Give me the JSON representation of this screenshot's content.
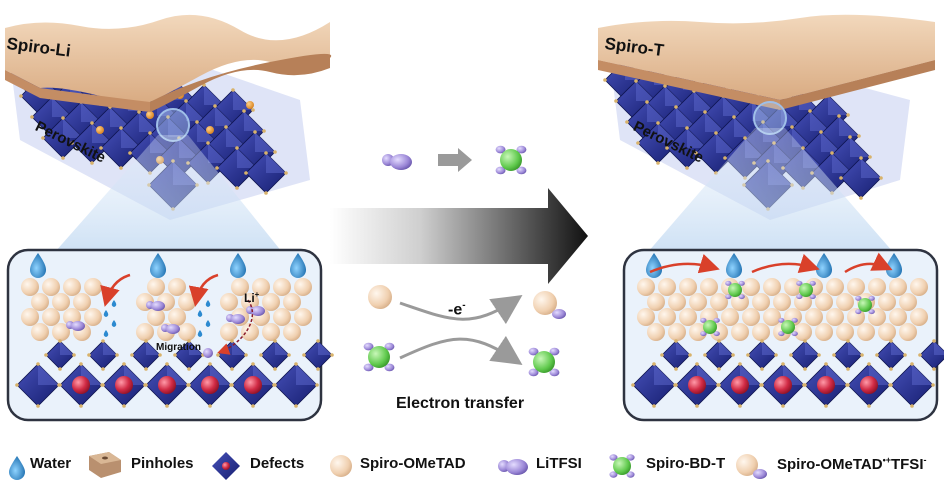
{
  "left_panel": {
    "top_layer_label": "Spiro-Li",
    "perovskite_label": "Perovskite",
    "lithium_label": "Li",
    "lithium_superscript": "+",
    "migration_label": "Migration"
  },
  "right_panel": {
    "top_layer_label": "Spiro-T",
    "perovskite_label": "Perovskite"
  },
  "center": {
    "electron_label": "-e",
    "electron_superscript": "-",
    "electron_transfer_label": "Electron transfer"
  },
  "legend": {
    "items": [
      {
        "icon": "water-drop-icon",
        "label": "Water"
      },
      {
        "icon": "pinholes-icon",
        "label": "Pinholes"
      },
      {
        "icon": "defects-icon",
        "label": "Defects"
      },
      {
        "icon": "spiro-ometad-icon",
        "label": "Spiro-OMeTAD"
      },
      {
        "icon": "litfsi-icon",
        "label": "LiTFSI"
      },
      {
        "icon": "spiro-bd-t-icon",
        "label": "Spiro-BD-T"
      },
      {
        "icon": "spiro-ometad-tfsi-icon",
        "label": "Spiro-OMeTAD",
        "superscript": "•+",
        "suffix": "TFSI",
        "suffix_superscript": "-"
      }
    ]
  },
  "colors": {
    "octahedron": "#1f2a8c",
    "spiro_layer": "#e7c09c",
    "sphere": "#f3d7bc",
    "litfsi": "#9a86d6",
    "spiro_bd_t": "#6fcf5a",
    "water": "#1f86c9",
    "red_ion": "#d12b45",
    "panel_glow": "#cfe3f7"
  }
}
